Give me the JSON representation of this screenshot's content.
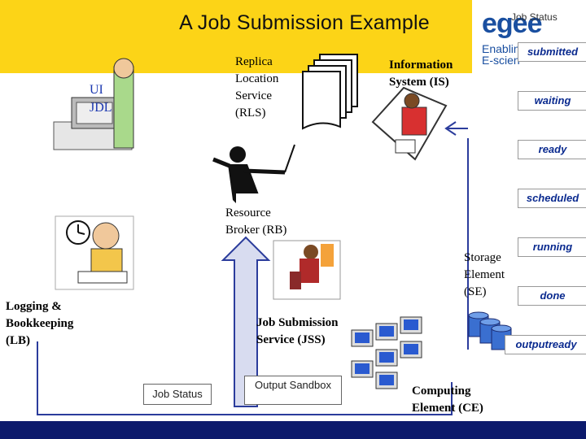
{
  "header": {
    "title": "A Job Submission Example",
    "logo_text": "egee",
    "logo_sub_line1": "Enablin",
    "logo_sub_line2": "E-scien",
    "job_status_caption": "Job Status"
  },
  "components": {
    "ui": "UI\nJDL",
    "rls": "Replica\nLocation\nService\n(RLS)",
    "is": "Information\nSystem (IS)",
    "rb": "Resource\nBroker (RB)",
    "lb": "Logging &\nBookkeeping\n(LB)",
    "jss": "Job Submission\nService (JSS)",
    "se": "Storage\nElement\n(SE)",
    "ce": "Computing\nElement (CE)",
    "job_status_box": "Job Status",
    "output_sandbox_box": "Output Sandbox"
  },
  "job_states": [
    "submitted",
    "waiting",
    "ready",
    "scheduled",
    "running",
    "done",
    "outputready"
  ],
  "colors": {
    "header_band": "#fcd417",
    "bottom_bar": "#0c1a6c",
    "arrow_fill": "#d8dcf0",
    "arrow_stroke": "#2b3c9c",
    "state_text": "#0a2a8f",
    "ui_text": "#1a37b0"
  }
}
